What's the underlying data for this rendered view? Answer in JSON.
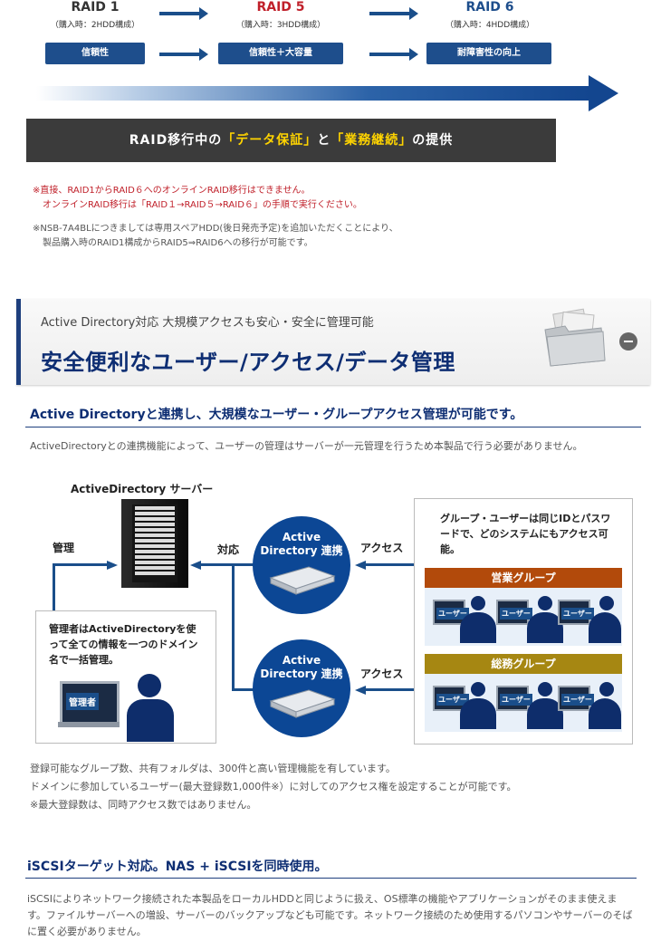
{
  "raid": {
    "steps": [
      {
        "title": "RAID 1",
        "sub": "（購入時：2HDD構成）",
        "button": "信頼性",
        "color": "#333333"
      },
      {
        "title": "RAID 5",
        "sub": "（購入時：3HDD構成）",
        "button": "信頼性＋大容量",
        "color": "#c0202a"
      },
      {
        "title": "RAID 6",
        "sub": "（購入時：4HDD構成）",
        "button": "耐障害性の向上",
        "color": "#1e4e8c"
      }
    ],
    "banner": {
      "pre": "RAID移行中の",
      "hl1": "「データ保証」",
      "mid": "と",
      "hl2": "「業務継続」",
      "post": "の提供"
    },
    "notes": {
      "red1": "※直接、RAID1からRAID６へのオンラインRAID移行はできません。",
      "red2": "オンラインRAID移行は「RAID１→RAID５→RAID６」の手順で実行ください。",
      "grey1": "※NSB-7A4BLにつきましては専用スペアHDD(後日発売予定)を追加いただくことにより、",
      "grey2": "製品購入時のRAID1構成からRAID5⇒RAID6への移行が可能です。"
    }
  },
  "section": {
    "kicker": "Active Directory対応 大規模アクセスも安心・安全に管理可能",
    "title": "安全便利なユーザー/アクセス/データ管理"
  },
  "ad": {
    "heading": "Active Directoryと連携し、大規模なユーザー・グループアクセス管理が可能です。",
    "intro": "ActiveDirectoryとの連携機能によって、ユーザーの管理はサーバーが一元管理を行うため本製品で行う必要がありません。",
    "diagram": {
      "server_label": "ActiveDirectory サーバー",
      "kanri": "管理",
      "taiou": "対応",
      "access1": "アクセス",
      "access2": "アクセス",
      "circle1_line1": "Active",
      "circle1_line2": "Directory 連携",
      "circle2_line1": "Active",
      "circle2_line2": "Directory 連携",
      "admin_text": "管理者はActiveDirectoryを使って全ての情報を一つのドメイン名で一括管理。",
      "admin_tag": "管理者",
      "group_text": "グループ・ユーザーは同じIDとパスワードで、どのシステムにもアクセス可能。",
      "group1": "営業グループ",
      "group2": "総務グループ",
      "user_tag": "ユーザー",
      "group1_color": "#b24a0b",
      "group2_color": "#a68712"
    },
    "outro1": "登録可能なグループ数、共有フォルダは、300件と高い管理機能を有しています。",
    "outro2": "ドメインに参加しているユーザー(最大登録数1,000件※）に対してのアクセス権を設定することが可能です。",
    "outro3": "※最大登録数は、同時アクセス数ではありません。"
  },
  "iscsi": {
    "heading": "iSCSIターゲット対応。NAS + iSCSIを同時使用。",
    "text": "iSCSIによりネットワーク接続された本製品をローカルHDDと同じように扱え、OS標準の機能やアプリケーションがそのまま使えます。ファイルサーバーへの増設、サーバーのバックアップなども可能です。ネットワーク接続のため使用するパソコンやサーバーのそばに置く必要がありません。"
  }
}
